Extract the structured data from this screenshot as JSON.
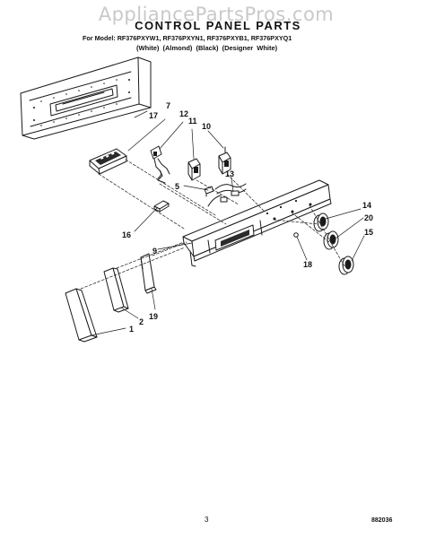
{
  "watermark": "AppliancePartsPros.com",
  "title": "CONTROL PANEL PARTS",
  "models_line": "For Model: RF376PXYW1, RF376PXYN1, RF376PXYB1, RF376PXYQ1",
  "colors_line": "(White) (Almond) (Black) (Designer White)",
  "callouts": {
    "c1": "1",
    "c2": "2",
    "c5": "5",
    "c7": "7",
    "c9": "9",
    "c10": "10",
    "c11": "11",
    "c12": "12",
    "c13": "13",
    "c14": "14",
    "c15": "15",
    "c16": "16",
    "c17": "17",
    "c18": "18",
    "c19": "19",
    "c20": "20"
  },
  "page_number": "3",
  "document_number": "882036"
}
